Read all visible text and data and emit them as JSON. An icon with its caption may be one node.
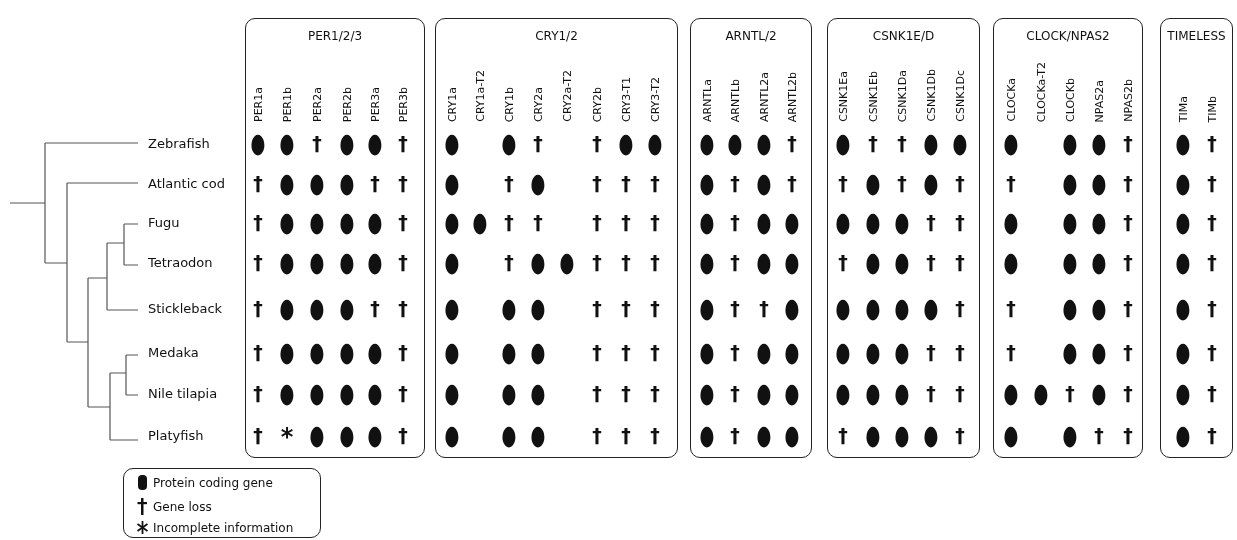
{
  "diagram": {
    "nodes": [
      {
        "text": [
          "PER1/2/3",
          "PER1a",
          "PER1b",
          "PER2a",
          "PER2b",
          "PER3a",
          "PER3b"
        ]
      },
      {
        "text": [
          "CRY1/2",
          "CRY1a",
          "CRY1a-T2",
          "CRY1b",
          "CRY2a",
          "CRY2a-T2",
          "CRY2b",
          "CRY3-T1",
          "CRY3-T2"
        ]
      },
      {
        "text": [
          "ARNTL/2",
          "ARNTLa",
          "ARNTLb",
          "ARNTL2a",
          "ARNTL2b"
        ]
      },
      {
        "text": [
          "CSNK1E/D",
          "CSNK1Ea",
          "CSNK1Eb",
          "CSNK1Da",
          "CSNK1Db",
          "CSNK1Dc"
        ]
      },
      {
        "text": [
          "CLOCK/NPAS2",
          "CLOCKa",
          "CLOCKa-T2",
          "CLOCKb",
          "NPAS2a",
          "NPAS2b"
        ]
      },
      {
        "text": [
          "TIMELESS",
          "TIMa",
          "TIMb"
        ]
      }
    ],
    "labels": [
      "Zebrafish",
      "●",
      "●",
      "†",
      "●",
      "●",
      "†",
      "●",
      "●",
      "†",
      "†",
      "●",
      "●",
      "●",
      "●",
      "●",
      "†",
      "●",
      "†",
      "†",
      "●",
      "●",
      "●",
      "●",
      "●",
      "†",
      "●",
      "†",
      "Atlantic cod",
      "†",
      "●",
      "●",
      "●",
      "†",
      "†",
      "●",
      "†",
      "●",
      "†",
      "†",
      "†",
      "●",
      "†",
      "●",
      "†",
      "†",
      "●",
      "†",
      "●",
      "†",
      "†",
      "●",
      "●",
      "†",
      "●",
      "†",
      "Fugu",
      "†",
      "●",
      "●",
      "●",
      "●",
      "†",
      "●",
      "●",
      "†",
      "†",
      "†",
      "†",
      "†",
      "●",
      "†",
      "●",
      "●",
      "●",
      "●",
      "●",
      "†",
      "†",
      "●",
      "●",
      "●",
      "†",
      "●",
      "†",
      "Tetraodon",
      "†",
      "●",
      "●",
      "●",
      "●",
      "†",
      "●",
      "†",
      "●",
      "●",
      "†",
      "†",
      "†",
      "●",
      "†",
      "●",
      "●",
      "†",
      "●",
      "●",
      "†",
      "†",
      "●",
      "●",
      "●",
      "†",
      "●",
      "†",
      "Stickleback",
      "†",
      "●",
      "●",
      "●",
      "†",
      "†",
      "●",
      "●",
      "●",
      "†",
      "†",
      "†",
      "●",
      "†",
      "†",
      "●",
      "●",
      "●",
      "●",
      "●",
      "†",
      "†",
      "●",
      "●",
      "†",
      "●",
      "†",
      "Medaka",
      "†",
      "●",
      "●",
      "●",
      "●",
      "†",
      "●",
      "●",
      "●",
      "†",
      "†",
      "†",
      "●",
      "†",
      "●",
      "●",
      "●",
      "●",
      "●",
      "†",
      "†",
      "†",
      "●",
      "●",
      "†",
      "●",
      "†",
      "Nile tilapia",
      "†",
      "●",
      "●",
      "●",
      "●",
      "†",
      "●",
      "●",
      "●",
      "†",
      "†",
      "†",
      "●",
      "†",
      "●",
      "●",
      "●",
      "●",
      "●",
      "†",
      "†",
      "●",
      "●",
      "†",
      "●",
      "†",
      "●",
      "†",
      "Platyfish",
      "†",
      "*",
      "●",
      "●",
      "●",
      "†",
      "●",
      "●",
      "●",
      "†",
      "†",
      "†",
      "●",
      "†",
      "●",
      "●",
      "†",
      "●",
      "●",
      "●",
      "†",
      "●",
      "●",
      "†",
      "†",
      "●",
      "†"
    ],
    "legend": [
      {
        "text": "Protein coding gene"
      },
      {
        "text": "Gene loss"
      },
      {
        "text": "Incomplete information"
      }
    ]
  }
}
